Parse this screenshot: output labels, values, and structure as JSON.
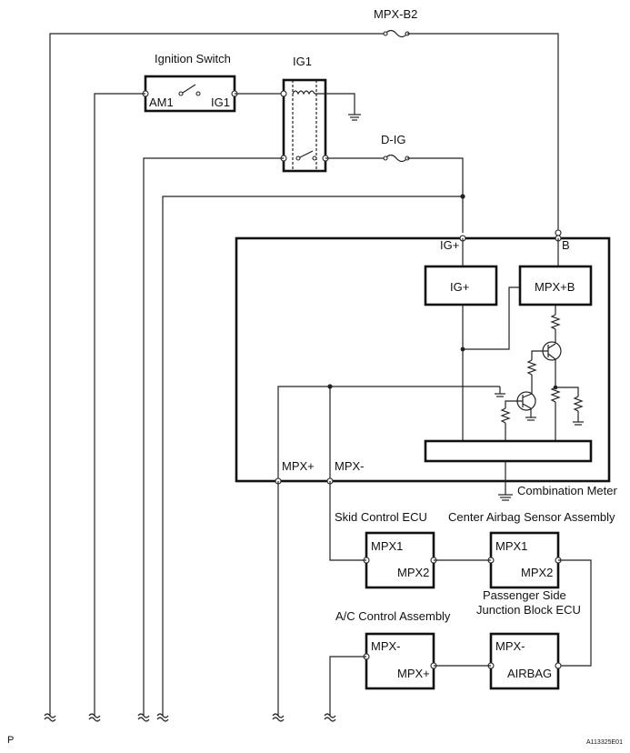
{
  "labels": {
    "mpx_b2": "MPX-B2",
    "ignition_switch": "Ignition Switch",
    "am1": "AM1",
    "ig1_terminal": "IG1",
    "ig1_relay": "IG1",
    "d_ig": "D-IG",
    "ig_plus_terminal": "IG+",
    "b_terminal": "B",
    "ig_plus_block": "IG+",
    "mpx_plus_b_block": "MPX+B",
    "mpx_plus": "MPX+",
    "mpx_minus": "MPX-",
    "combination_meter": "Combination Meter",
    "skid_control_ecu": "Skid Control ECU",
    "center_airbag": "Center Airbag Sensor Assembly",
    "skid_mpx1": "MPX1",
    "skid_mpx2": "MPX2",
    "airbag_mpx1": "MPX1",
    "airbag_mpx2": "MPX2",
    "passenger_side_line1": "Passenger Side",
    "passenger_side_line2": "Junction Block ECU",
    "ac_control": "A/C Control Assembly",
    "ac_mpx_minus": "MPX-",
    "ac_mpx_plus": "MPX+",
    "jb_mpx_minus": "MPX-",
    "jb_airbag": "AIRBAG",
    "page_letter": "P",
    "figure_id": "A113325E01"
  }
}
